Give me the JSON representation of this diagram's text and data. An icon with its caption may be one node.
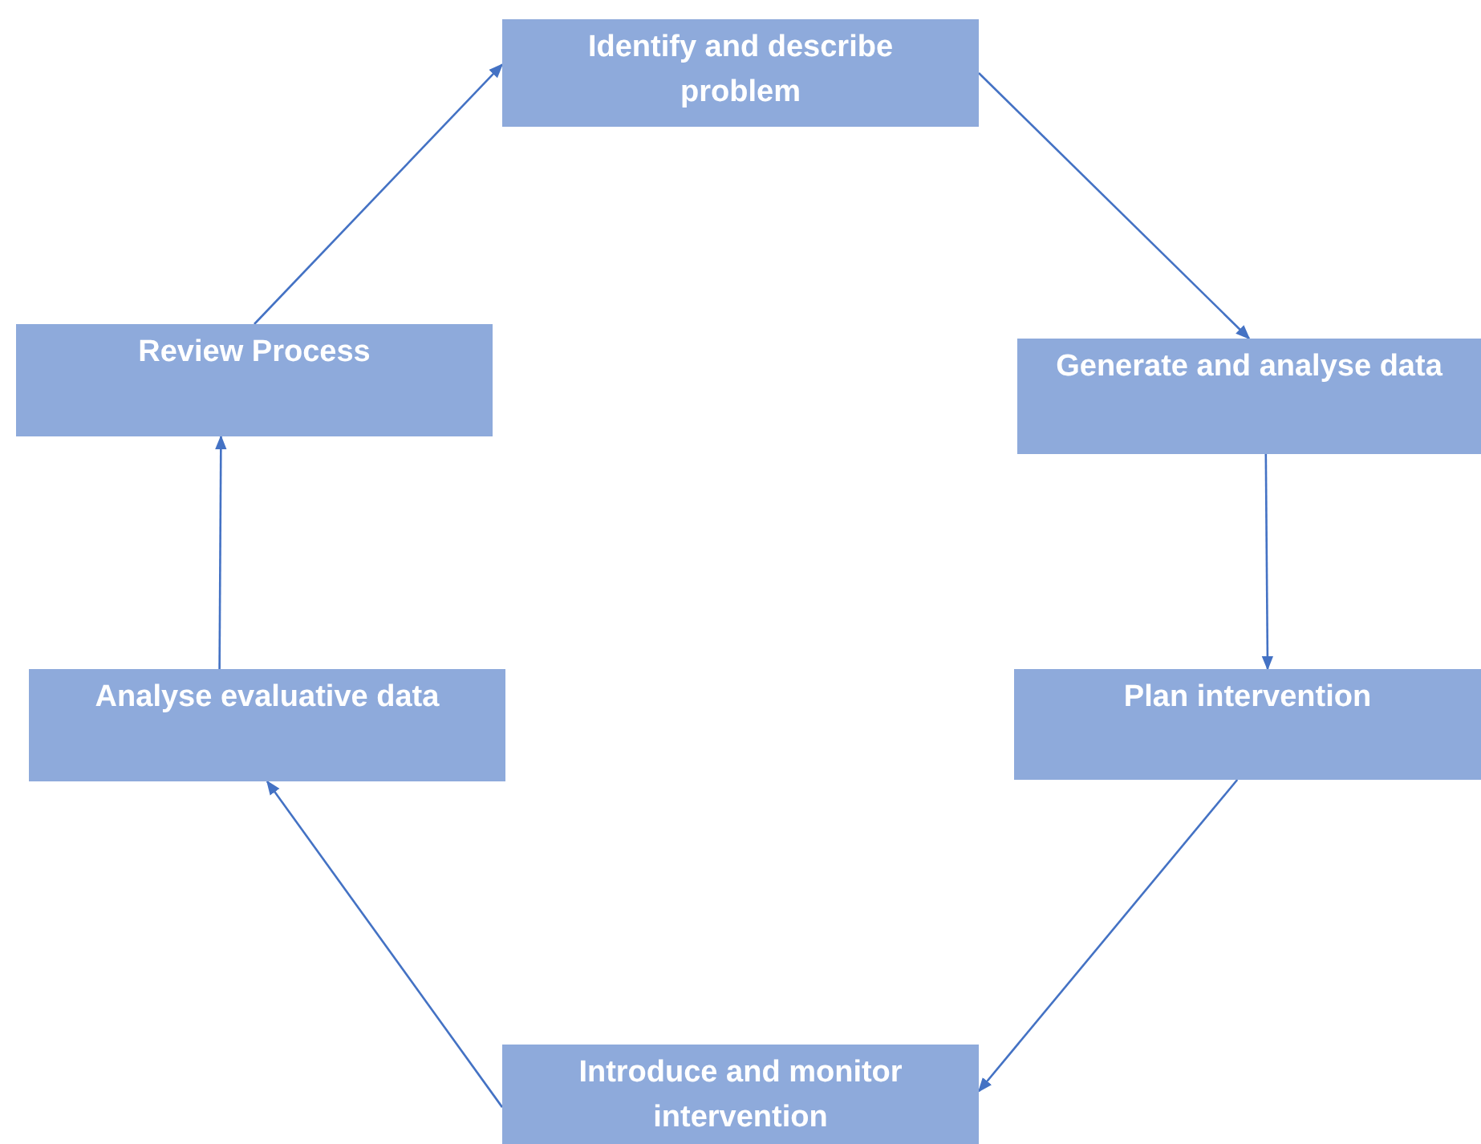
{
  "diagram": {
    "nodes": [
      {
        "text": [
          "Identify and describe problem"
        ]
      },
      {
        "text": [
          "Generate and analyse data"
        ]
      },
      {
        "text": [
          "Plan intervention"
        ]
      },
      {
        "text": [
          "Introduce and monitor intervention"
        ]
      },
      {
        "text": [
          "Analyse evaluative data"
        ]
      },
      {
        "text": [
          "Review Process"
        ]
      }
    ],
    "edges": [
      {
        "from": 0,
        "to": 1,
        "arrow": "to"
      },
      {
        "from": 1,
        "to": 2,
        "arrow": "to"
      },
      {
        "from": 2,
        "to": 3,
        "arrow": "to"
      },
      {
        "from": 3,
        "to": 4,
        "arrow": "to"
      },
      {
        "from": 4,
        "to": 5,
        "arrow": "to"
      },
      {
        "from": 5,
        "to": 0,
        "arrow": "to"
      }
    ]
  }
}
